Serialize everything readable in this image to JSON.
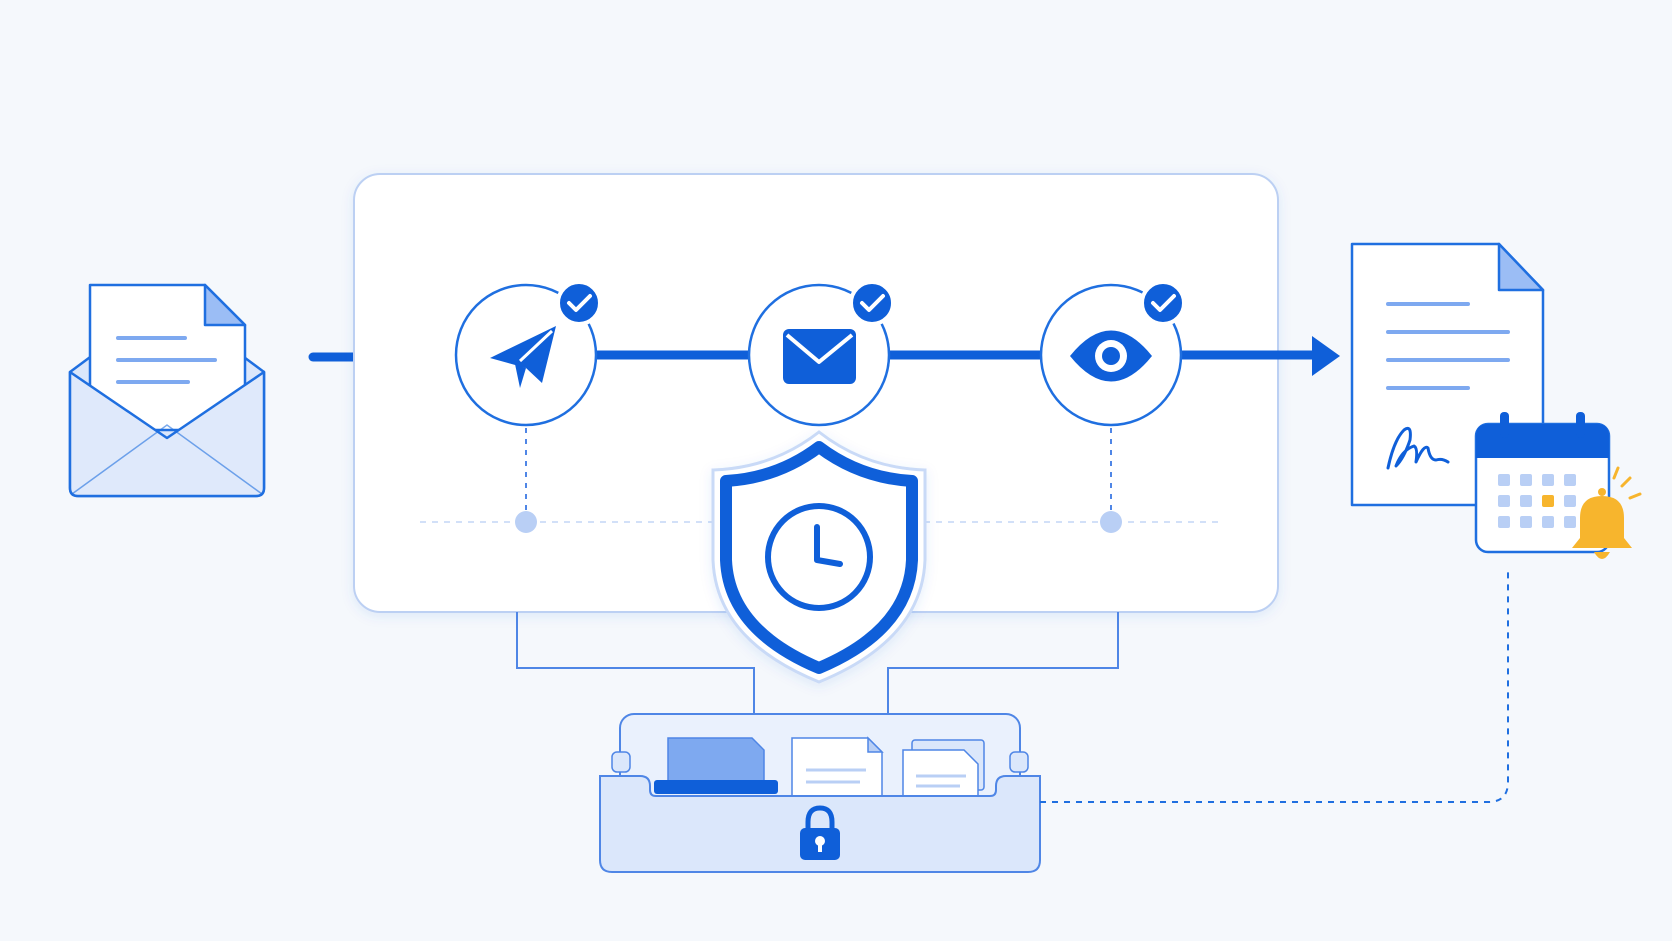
{
  "colors": {
    "background": "#f5f8fc",
    "primary": "#0f5fd9",
    "primary_light": "#dbe7fb",
    "primary_mid": "#6fa2f2",
    "line_soft": "#b9cff5",
    "panel_fill": "#ffffff",
    "accent": "#f7b52d"
  },
  "icons": {
    "incoming": "open-envelope-document-icon",
    "steps": [
      "paper-plane-icon",
      "envelope-icon",
      "eye-icon"
    ],
    "status": "checkmark-badge-icon",
    "security": "shield-clock-icon",
    "storage": "locked-file-tray-icon",
    "output": "signed-document-icon",
    "schedule": "calendar-icon",
    "notification": "bell-icon"
  },
  "steps": [
    {
      "id": "sent",
      "icon": "paper-plane-icon",
      "checked": true
    },
    {
      "id": "delivered",
      "icon": "envelope-icon",
      "checked": true
    },
    {
      "id": "viewed",
      "icon": "eye-icon",
      "checked": true
    }
  ],
  "calendar": {
    "highlighted_cell": {
      "row": 2,
      "col": 3
    }
  }
}
